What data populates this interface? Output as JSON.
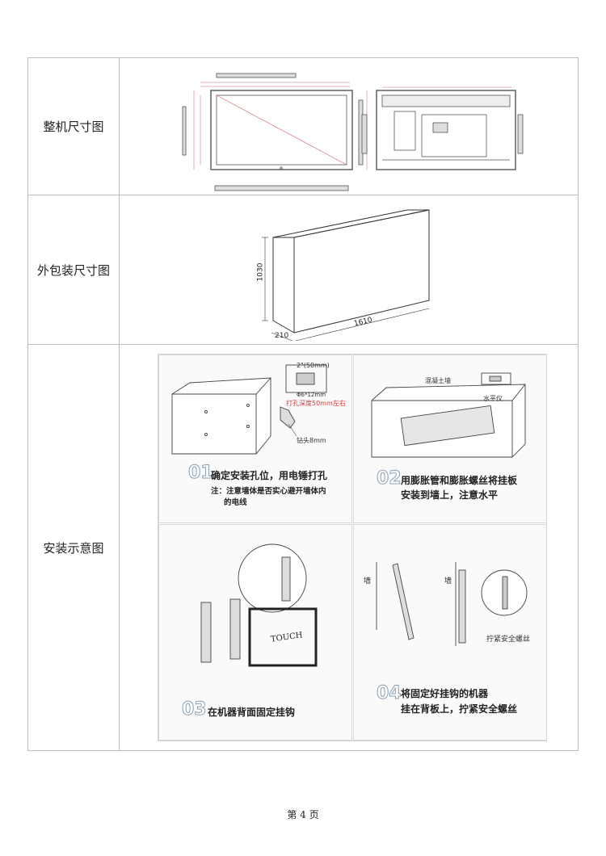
{
  "rows": [
    {
      "label": "整机尺寸图"
    },
    {
      "label": "外包装尺寸图"
    },
    {
      "label": "安装示意图"
    }
  ],
  "package": {
    "height": "1030",
    "depth": "210",
    "width": "1610"
  },
  "steps": [
    {
      "number": "01",
      "line1": "确定安装孔位，用电锤打孔",
      "note1": "注：注意墙体是否实心避开墙体内",
      "note2": "的电线",
      "callout_hole": "2\"(50mm)",
      "callout_dia": "Φ6*12mm",
      "callout_depth": "打孔深度50mm左右",
      "callout_drill": "钻头8mm"
    },
    {
      "number": "02",
      "line1": "用膨胀管和膨胀螺丝将挂板",
      "line2": "安装到墙上，注意水平",
      "label_wall": "混凝土墙",
      "label_level": "水平仪"
    },
    {
      "number": "03",
      "line1": "在机器背面固定挂钩",
      "touch": "TOUCH"
    },
    {
      "number": "04",
      "line1": "将固定好挂钩的机器",
      "line2": "挂在背板上，拧紧安全螺丝",
      "wall1": "墙",
      "wall2": "墙",
      "label_screw": "拧紧安全螺丝"
    }
  ],
  "footer": "第 4 页",
  "colors": {
    "border": "#bdbdbd",
    "annotation_red": "#d33a3a",
    "step_number": "#8aa0b4"
  }
}
